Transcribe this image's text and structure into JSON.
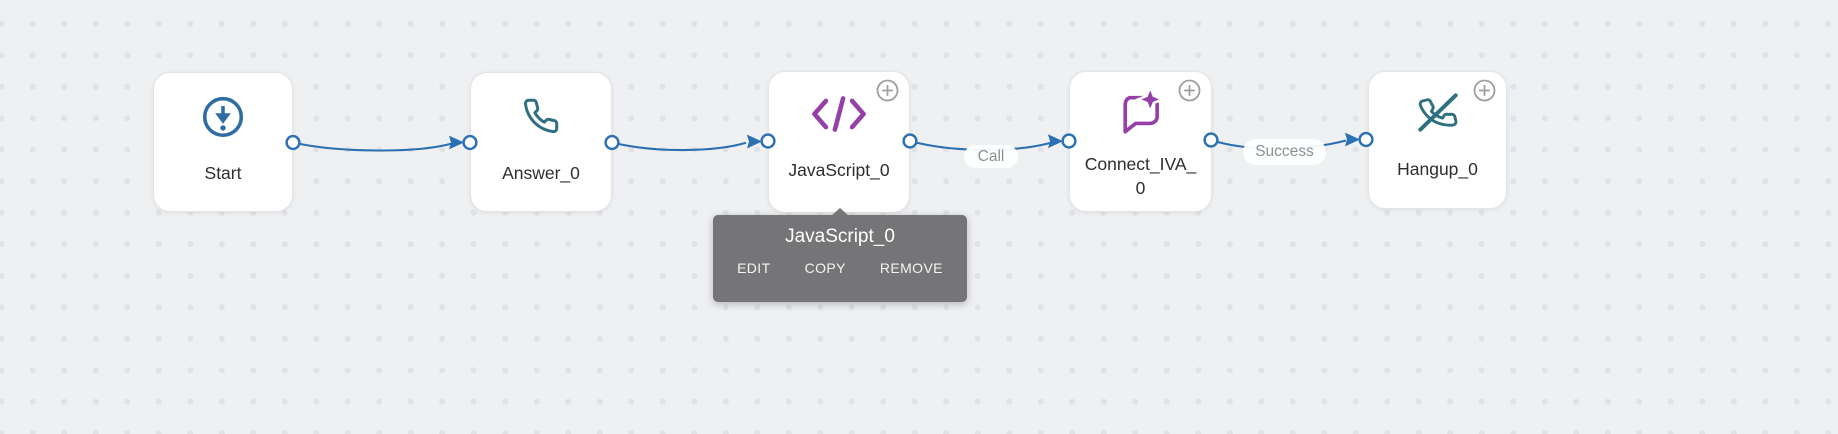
{
  "canvas": {
    "bg_color": "#eef0f2",
    "dot_color": "#e0e2e5"
  },
  "colors": {
    "connector_blue": "#2b70b2",
    "start_blue": "#2e6da4",
    "teal": "#2f7080",
    "purple": "#9440a8",
    "plus_gray": "#9e9fa1",
    "node_label": "#2e2e2e",
    "edge_label_text": "#8d8f91",
    "tooltip_bg": "#757577"
  },
  "nodes": [
    {
      "id": "start",
      "label": "Start",
      "icon": "start-icon",
      "has_add_button": false
    },
    {
      "id": "answer",
      "label": "Answer_0",
      "icon": "phone-icon",
      "has_add_button": false
    },
    {
      "id": "javascript",
      "label": "JavaScript_0",
      "icon": "code-icon",
      "has_add_button": true
    },
    {
      "id": "connect_iva",
      "label": "Connect_IVA_0",
      "icon": "chat-sparkle-icon",
      "has_add_button": true
    },
    {
      "id": "hangup",
      "label": "Hangup_0",
      "icon": "phone-slash-icon",
      "has_add_button": true
    }
  ],
  "connections": [
    {
      "from": "start",
      "to": "answer",
      "label": ""
    },
    {
      "from": "answer",
      "to": "javascript",
      "label": ""
    },
    {
      "from": "javascript",
      "to": "connect_iva",
      "label": "Call"
    },
    {
      "from": "connect_iva",
      "to": "hangup",
      "label": "Success"
    }
  ],
  "tooltip": {
    "title": "JavaScript_0",
    "actions": [
      "EDIT",
      "COPY",
      "REMOVE"
    ]
  }
}
